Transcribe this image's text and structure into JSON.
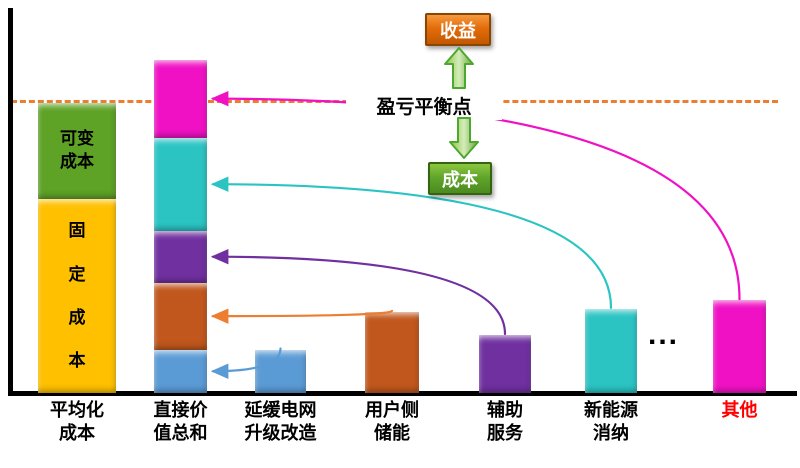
{
  "balance": {
    "revenue_label": "收益",
    "cost_label": "成本",
    "breakeven_label": "盈亏平衡点"
  },
  "chart_data": {
    "type": "bar",
    "title": "",
    "xlabel": "",
    "ylabel": "",
    "grid": false,
    "axes_note": "no tick labels shown; values estimated with breakeven dashed line = 100",
    "breakeven_line": {
      "label": "盈亏平衡点",
      "value": 100,
      "color": "#ed7d31",
      "style": "dashed"
    },
    "ellipsis": "...",
    "categories": [
      "平均化成本",
      "直接价值总和",
      "延缓电网升级改造",
      "用户侧储能",
      "辅助服务",
      "新能源消纳",
      "其他"
    ],
    "bars": [
      {
        "id": "levelized-cost",
        "category": "平均化成本",
        "label_lines": [
          "平均化",
          "成本"
        ],
        "stacked": true,
        "segments": [
          {
            "id": "fixed-cost",
            "name": "固定成本",
            "label_lines": [
              "固",
              "定",
              "成",
              "本"
            ],
            "value": 67,
            "color": "#ffc000"
          },
          {
            "id": "variable-cost",
            "name": "可变成本",
            "label_lines": [
              "可变",
              "成本"
            ],
            "value": 33,
            "color": "#5ea226"
          }
        ]
      },
      {
        "id": "direct-value-sum",
        "category": "直接价值总和",
        "label_lines": [
          "直接价",
          "值总和"
        ],
        "stacked": true,
        "segments": [
          {
            "id": "grid-upgrade-deferral",
            "name": "延缓电网升级改造",
            "value": 15,
            "color": "#5b9bd5"
          },
          {
            "id": "user-side-storage",
            "name": "用户侧储能",
            "value": 23,
            "color": "#c1571c"
          },
          {
            "id": "ancillary-services",
            "name": "辅助服务",
            "value": 18,
            "color": "#7030a0"
          },
          {
            "id": "renewable-integration",
            "name": "新能源消纳",
            "value": 32,
            "color": "#2bc4c3"
          },
          {
            "id": "other",
            "name": "其他",
            "value": 27,
            "color": "#f011c4"
          }
        ]
      },
      {
        "id": "grid-upgrade-deferral",
        "category": "延缓电网升级改造",
        "label_lines": [
          "延缓电网",
          "升级改造"
        ],
        "value": 15,
        "color": "#5b9bd5"
      },
      {
        "id": "user-side-storage",
        "category": "用户侧储能",
        "label_lines": [
          "用户侧",
          "储能"
        ],
        "value": 28,
        "color": "#c1571c"
      },
      {
        "id": "ancillary-services",
        "category": "辅助服务",
        "label_lines": [
          "辅助",
          "服务"
        ],
        "value": 20,
        "color": "#7030a0"
      },
      {
        "id": "renewable-integration",
        "category": "新能源消纳",
        "label_lines": [
          "新能源",
          "消纳"
        ],
        "value": 29,
        "color": "#2bc4c3"
      },
      {
        "id": "other",
        "category": "其他",
        "label_lines": [
          "其他"
        ],
        "label_color": "#ff0000",
        "value": 32,
        "color": "#f011c4"
      }
    ],
    "arrows": [
      {
        "from": "grid-upgrade-deferral",
        "to_segment": 0,
        "color": "#5b9bd5"
      },
      {
        "from": "user-side-storage",
        "to_segment": 1,
        "color": "#ed7d31"
      },
      {
        "from": "ancillary-services",
        "to_segment": 2,
        "color": "#7030a0"
      },
      {
        "from": "renewable-integration",
        "to_segment": 3,
        "color": "#2bc4c3"
      },
      {
        "from": "other",
        "to_segment": 4,
        "color": "#f011c4"
      }
    ]
  }
}
